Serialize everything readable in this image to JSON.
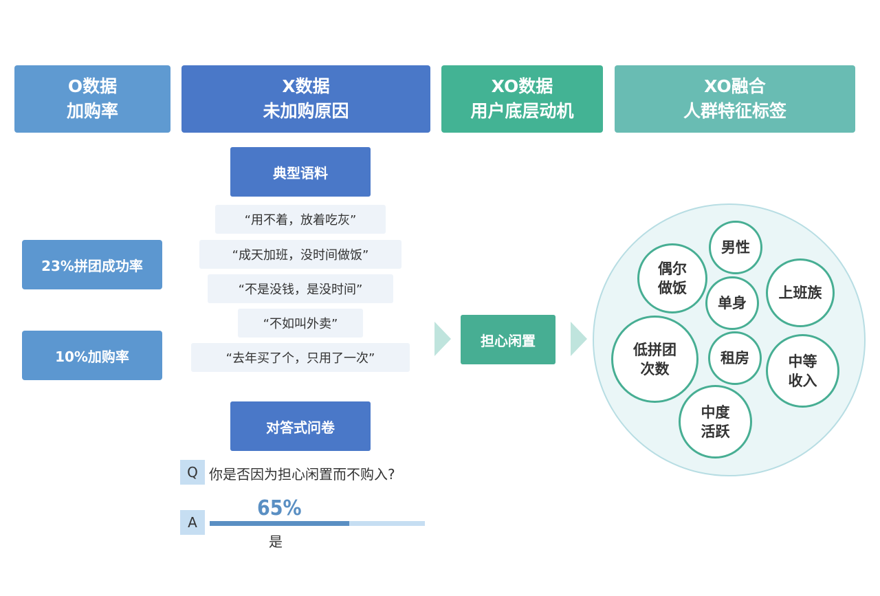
{
  "colors": {
    "o_header": "#5f9ad1",
    "x_header": "#4a78c8",
    "xo_header": "#43b394",
    "fusion_header": "#69bcb3",
    "stat_box": "#5c97d0",
    "section_title": "#4a78c8",
    "motive": "#47ae93",
    "arrow": "#bfe4dd"
  },
  "headers": [
    {
      "line1": "O数据",
      "line2": "加购率"
    },
    {
      "line1": "X数据",
      "line2": "未加购原因"
    },
    {
      "line1": "XO数据",
      "line2": "用户底层动机"
    },
    {
      "line1": "XO融合",
      "line2": "人群特征标签"
    }
  ],
  "stats": [
    "23%拼团成功率",
    "10%加购率"
  ],
  "corpus": {
    "title": "典型语料",
    "quotes": [
      "“用不着，放着吃灰”",
      "“成天加班，没时间做饭”",
      "“不是没钱，是没时间”",
      "“不如叫外卖”",
      "“去年买了个，只用了一次”"
    ]
  },
  "survey": {
    "title": "对答式问卷",
    "q_label": "Q",
    "question": "你是否因为担心闲置而不购入?",
    "a_label": "A",
    "percent_text": "65%",
    "percent_value": 0.65,
    "answer": "是"
  },
  "motive": "担心闲置",
  "tags": [
    {
      "line1": "男性",
      "line2": ""
    },
    {
      "line1": "偶尔",
      "line2": "做饭"
    },
    {
      "line1": "上班族",
      "line2": ""
    },
    {
      "line1": "单身",
      "line2": ""
    },
    {
      "line1": "低拼团",
      "line2": "次数"
    },
    {
      "line1": "租房",
      "line2": ""
    },
    {
      "line1": "中等",
      "line2": "收入"
    },
    {
      "line1": "中度",
      "line2": "活跃"
    }
  ]
}
